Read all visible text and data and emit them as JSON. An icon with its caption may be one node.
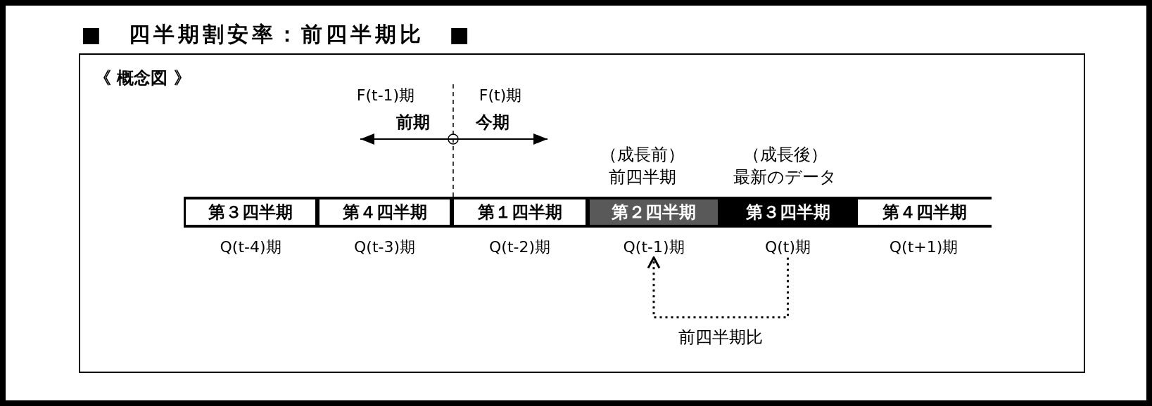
{
  "diagram": {
    "title": "■　四半期割安率：前四半期比　■",
    "nodes": [
      {
        "text": [
          "《 概念図 》"
        ]
      },
      {
        "text": [
          "第３四半期"
        ],
        "in": 0
      },
      {
        "text": [
          "第４四半期"
        ],
        "in": 0
      },
      {
        "text": [
          "第１四半期"
        ],
        "in": 0
      },
      {
        "text": [
          "第２四半期"
        ],
        "in": 0,
        "beside": [
          "（成長前）",
          "前四半期"
        ]
      },
      {
        "text": [
          "第３四半期"
        ],
        "in": 0,
        "beside": [
          "（成長後）",
          "最新のデータ"
        ]
      },
      {
        "text": [
          "第４四半期"
        ],
        "in": 0
      },
      {
        "text": [
          "Q(t-4)期"
        ],
        "in": 0
      },
      {
        "text": [
          "Q(t-3)期"
        ],
        "in": 0
      },
      {
        "text": [
          "Q(t-2)期"
        ],
        "in": 0
      },
      {
        "text": [
          "Q(t-1)期"
        ],
        "in": 0
      },
      {
        "text": [
          "Q(t)期"
        ],
        "in": 0
      },
      {
        "text": [
          "Q(t+1)期"
        ],
        "in": 0
      }
    ],
    "edges": [
      {
        "from": 11,
        "to": 10,
        "arrow": "to",
        "style": "dashed",
        "label": "前四半期比"
      }
    ],
    "labels": [
      "F(t-1)期",
      "F(t)期",
      "前期",
      "今期"
    ]
  }
}
